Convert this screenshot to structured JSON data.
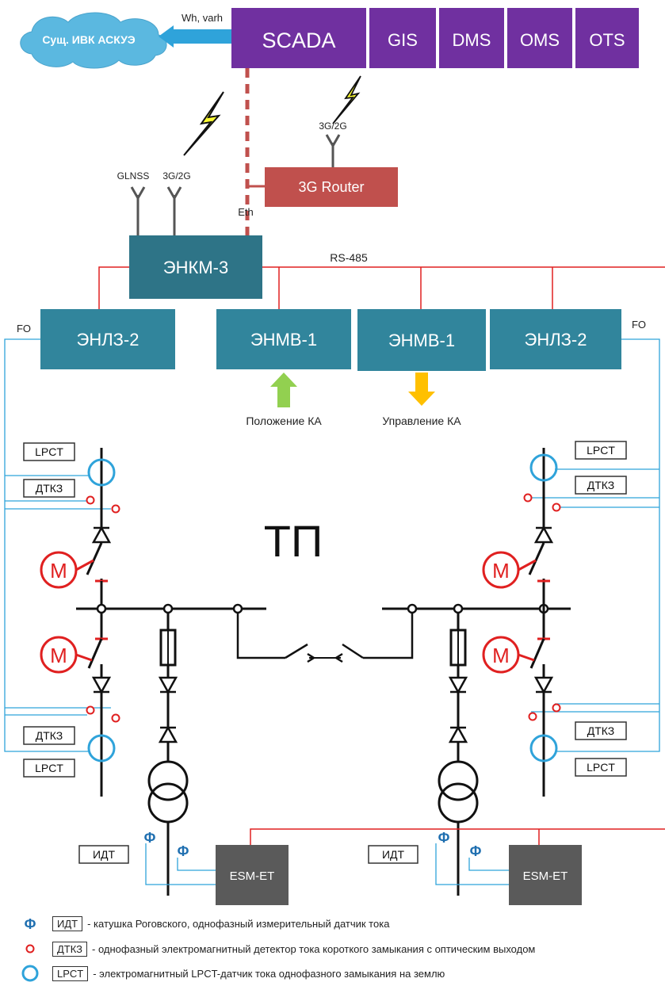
{
  "blocks": {
    "scada": "SCADA",
    "gis": "GIS",
    "dms": "DMS",
    "oms": "OMS",
    "ots": "OTS",
    "cloud": "Сущ. ИВК АСКУЭ",
    "router": "3G Router",
    "enkm": "ЭНКМ-3",
    "enlz_left": "ЭНЛЗ-2",
    "enmv_1": "ЭНМВ-1",
    "enmv_2": "ЭНМВ-1",
    "enlz_right": "ЭНЛЗ-2",
    "esm_left": "ESM-ET",
    "esm_right": "ESM-ET"
  },
  "labels": {
    "wh_varh": "Wh, varh",
    "router_3g2g": "3G/2G",
    "glnss": "GLNSS",
    "enkm_3g2g": "3G/2G",
    "eth": "Eth",
    "rs485": "RS-485",
    "fo_left": "FO",
    "fo_right": "FO",
    "position_ka": "Положение КА",
    "control_ka": "Управление КА",
    "tp": "ТП",
    "motor": "M",
    "lpct": "LPCT",
    "dtkz": "ДТКЗ",
    "idt": "ИДТ",
    "phi": "Φ"
  },
  "legend": [
    {
      "symbol": "Φ",
      "tag": "ИДТ",
      "text": "- катушка Роговского,  однофазный измерительный датчик тока"
    },
    {
      "symbol": "o",
      "tag": "ДТКЗ",
      "text": "- однофазный электромагнитный детектор тока короткого замыкания с оптическим выходом"
    },
    {
      "symbol": "O",
      "tag": "LPCT",
      "text": "- электромагнитный LPCT-датчик тока однофазного замыкания на землю"
    }
  ],
  "colors": {
    "purple": "#7030A0",
    "teal": "#31859C",
    "enkm": "#2E7487",
    "router": "#C0504D",
    "esm": "#5A5A5A",
    "red": "#E02020",
    "blue": "#2FA3DA",
    "green": "#92D050",
    "orange": "#FFC000",
    "cloud": "#5BB8E0"
  }
}
